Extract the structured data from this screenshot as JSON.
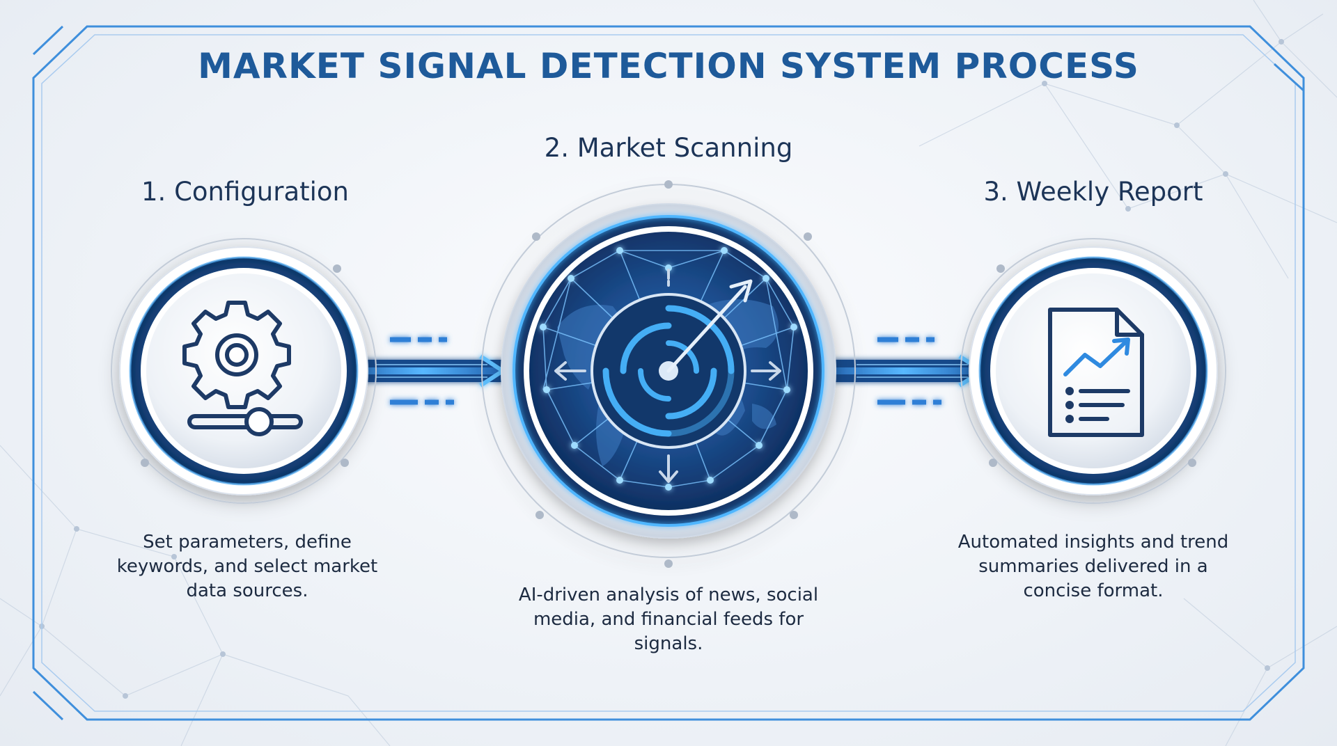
{
  "title": "MARKET SIGNAL DETECTION SYSTEM PROCESS",
  "steps": [
    {
      "title": "1. Configuration",
      "description": "Set parameters, define keywords, and select market data sources.",
      "icon": "gear-slider-icon"
    },
    {
      "title": "2. Market Scanning",
      "description": "AI-driven analysis of news, social media, and financial feeds for signals.",
      "icon": "radar-globe-icon"
    },
    {
      "title": "3. Weekly Report",
      "description": "Automated insights and trend summaries delivered in a concise format.",
      "icon": "report-chart-icon"
    }
  ],
  "colors": {
    "title": "#1e5a9a",
    "accent": "#2f8ae0",
    "dark_blue": "#133a6b",
    "glow": "#4fb6ff",
    "text": "#1c3457"
  }
}
